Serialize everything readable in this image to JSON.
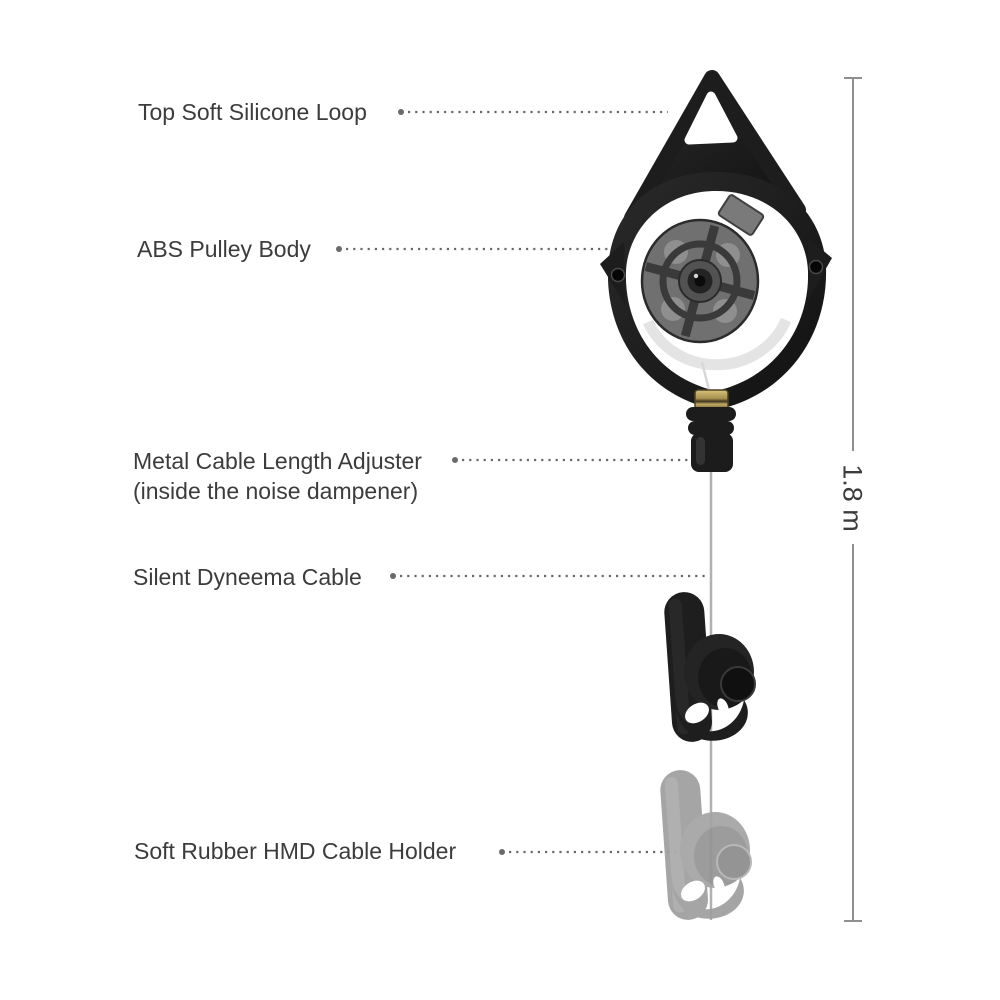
{
  "diagram_title": "VR cable pulley system part callout diagram",
  "labels": {
    "top_loop": "Top Soft Silicone Loop",
    "pulley_body": "ABS Pulley Body",
    "adjuster_line1": "Metal Cable Length Adjuster",
    "adjuster_line2": "(inside the noise dampener)",
    "cable": "Silent Dyneema Cable",
    "holder": "Soft Rubber HMD Cable Holder"
  },
  "measurement": {
    "length": "1.8 m"
  },
  "colors": {
    "background": "#ffffff",
    "device_black": "#1d1d1d",
    "wheel_gray": "#707070",
    "wheel_detail": "#3a3a3a",
    "brass_gold": "#b49a5a",
    "cable_gray": "#b0b0b0",
    "ghost_gray": "#9e9e9e",
    "leader_gray": "#6a6a6a",
    "label_text": "#3c3c3c",
    "measure_line": "#8f8f8f"
  }
}
